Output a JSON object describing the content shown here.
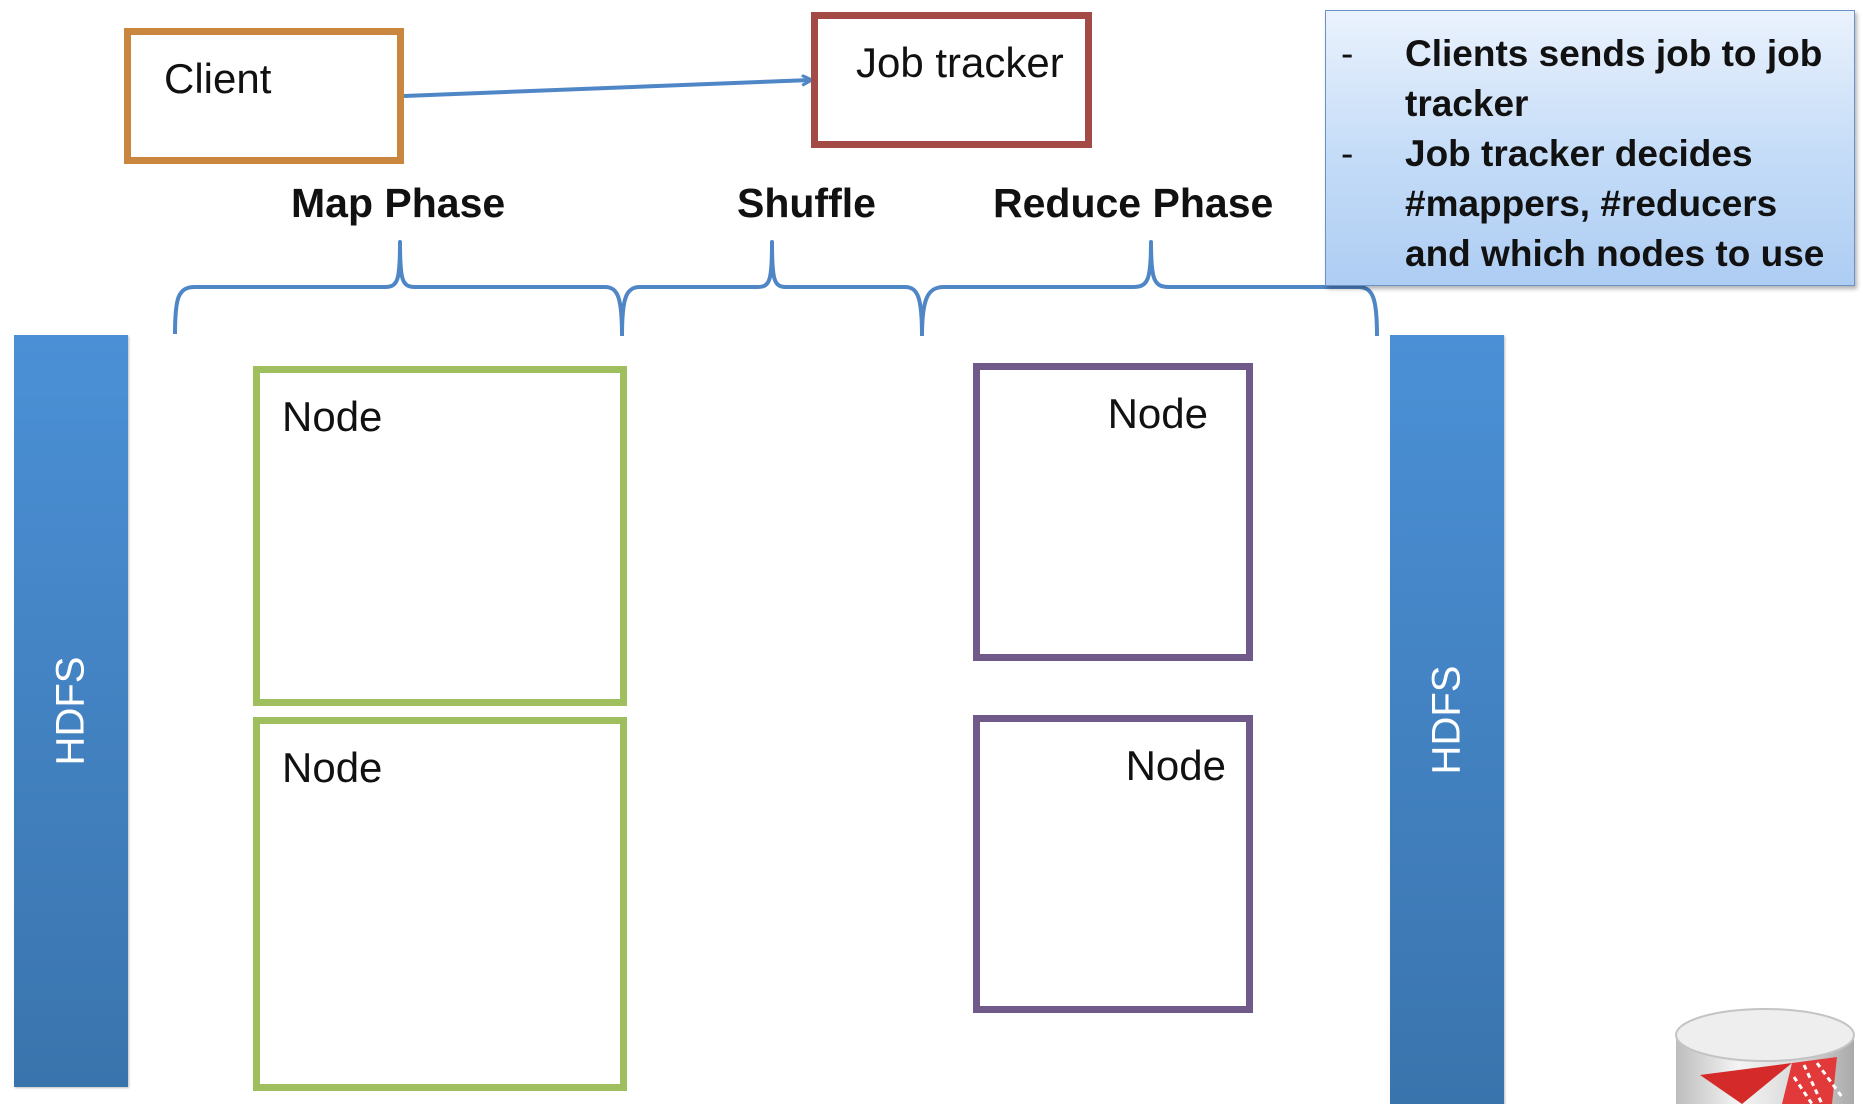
{
  "client": {
    "label": "Client"
  },
  "job_tracker": {
    "label": "Job tracker"
  },
  "phases": {
    "map": "Map Phase",
    "shuffle": "Shuffle",
    "reduce": "Reduce Phase"
  },
  "hdfs": {
    "left_label": "HDFS",
    "right_label": "HDFS"
  },
  "map_nodes": [
    {
      "label": "Node"
    },
    {
      "label": "Node"
    }
  ],
  "reduce_nodes": [
    {
      "label": "Node"
    },
    {
      "label": "Node"
    }
  ],
  "callout": {
    "bullet_marker": "-",
    "items": [
      "Clients sends job to job tracker",
      "Job tracker decides #mappers, #reducers and which nodes to use"
    ]
  },
  "colors": {
    "client_border": "#c9863f",
    "job_tracker_border": "#a34a46",
    "map_node_border": "#9fbe5d",
    "reduce_node_border": "#6f5a8a",
    "hdfs_fill": "#3f80c2",
    "connector": "#4f86c6",
    "callout_fill": "#c3dbf7"
  },
  "icons": {
    "logo": "database-cylinder-icon",
    "arrow": "arrow-right-icon"
  }
}
